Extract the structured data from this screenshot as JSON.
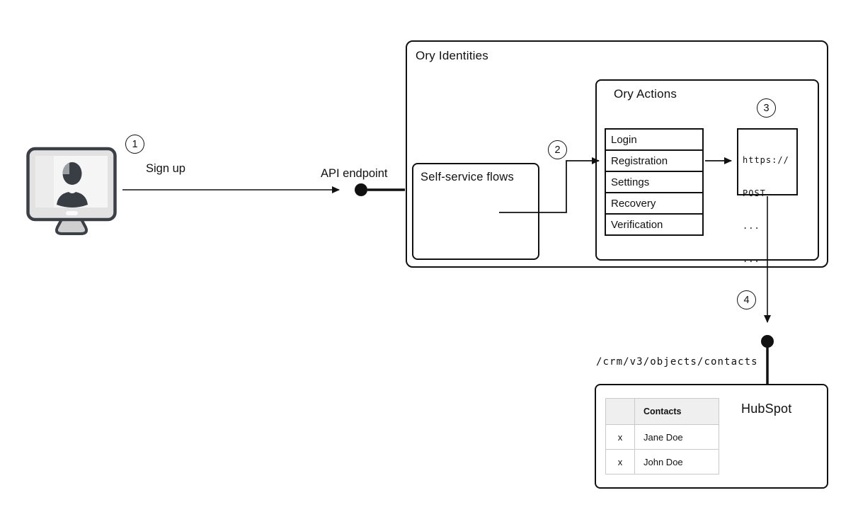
{
  "diagram": {
    "steps": {
      "one": "1",
      "two": "2",
      "three": "3",
      "four": "4"
    },
    "labels": {
      "sign_up": "Sign up",
      "api_endpoint": "API endpoint",
      "crm_path": "/crm/v3/objects/contacts"
    },
    "ory_identities": {
      "title": "Ory Identities"
    },
    "self_service": {
      "title": "Self-service flows"
    },
    "ory_actions": {
      "title": "Ory Actions",
      "flows": [
        "Login",
        "Registration",
        "Settings",
        "Recovery",
        "Verification"
      ]
    },
    "webhook": {
      "lines": [
        "https://",
        "POST",
        "...",
        "..."
      ]
    },
    "hubspot": {
      "title": "HubSpot",
      "table": {
        "header": "Contacts",
        "rows": [
          {
            "check": "x",
            "name": "Jane Doe"
          },
          {
            "check": "x",
            "name": "John Doe"
          }
        ]
      }
    },
    "colors": {
      "line": "#111111",
      "box_border": "#111111",
      "table_border": "#c9c9c9",
      "table_header_bg": "#efefef",
      "monitor_dark": "#3b4046",
      "monitor_light": "#e2e2e2"
    }
  }
}
